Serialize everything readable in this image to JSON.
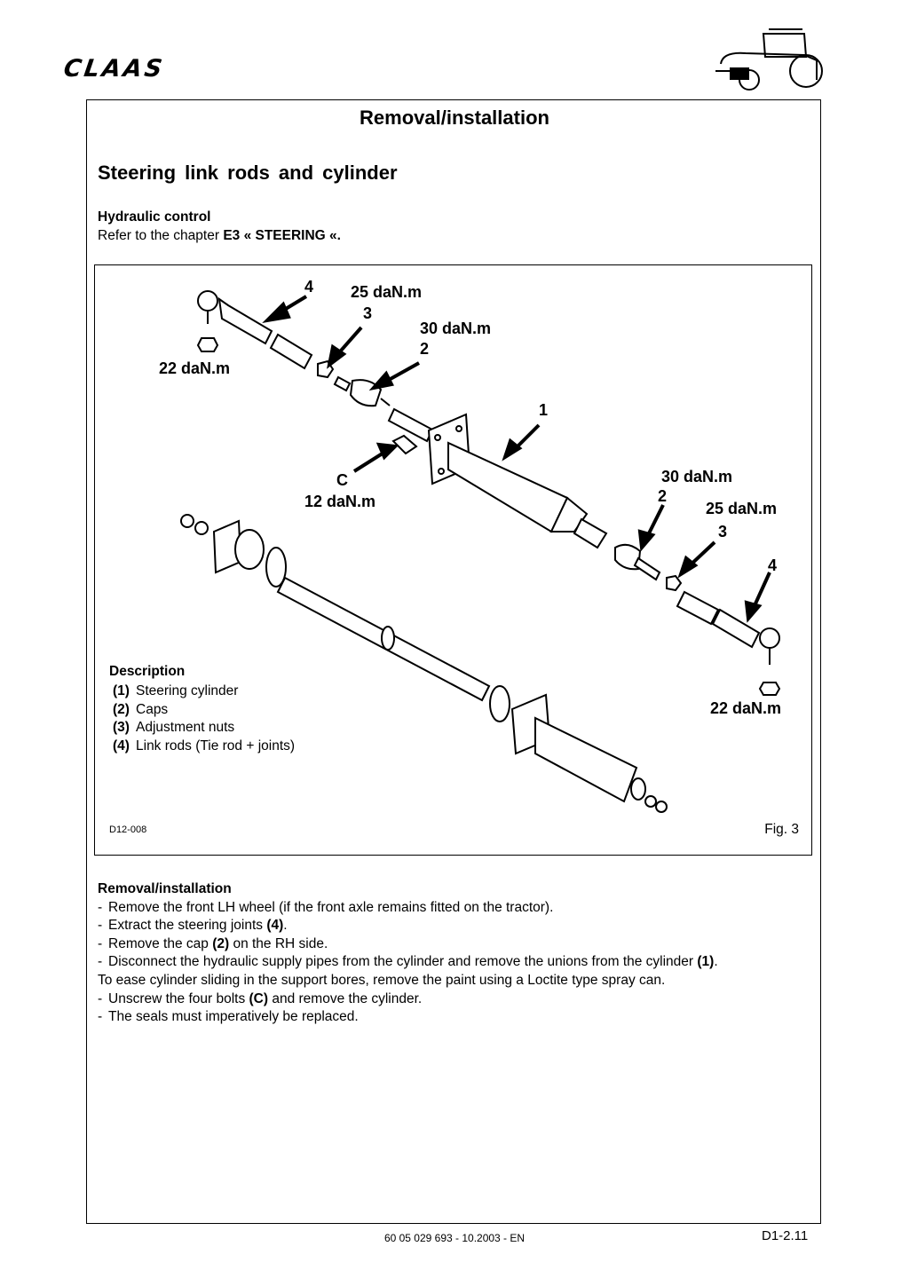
{
  "header": {
    "logo_text": "CLAAS",
    "tractor_icon": "tractor-icon"
  },
  "section_title": "Removal/installation",
  "doc_title": "Steering link rods and cylinder",
  "hydraulic": {
    "heading": "Hydraulic control",
    "text_prefix": "Refer to the chapter ",
    "text_bold": "E3 « STEERING «."
  },
  "figure": {
    "callouts": {
      "top_4": "4",
      "top_25": "25 daN.m",
      "top_3": "3",
      "top_30": "30 daN.m",
      "top_2": "2",
      "left_22": "22 daN.m",
      "one": "1",
      "c": "C",
      "c_torque": "12 daN.m",
      "right_30": "30 daN.m",
      "right_2": "2",
      "right_25": "25 daN.m",
      "right_3": "3",
      "right_4": "4",
      "right_22": "22 daN.m"
    },
    "description_heading": "Description",
    "description": [
      {
        "num": "(1)",
        "text": "Steering cylinder"
      },
      {
        "num": "(2)",
        "text": "Caps"
      },
      {
        "num": "(3)",
        "text": "Adjustment nuts"
      },
      {
        "num": "(4)",
        "text": "Link rods (Tie rod + joints)"
      }
    ],
    "code": "D12-008",
    "number": "Fig. 3"
  },
  "procedure": {
    "heading": "Removal/installation",
    "steps": [
      {
        "a": "Remove the front LH wheel (if the front axle remains fitted on the tractor).",
        "b": "",
        "c": ""
      },
      {
        "a": "Extract the steering joints ",
        "b": "(4)",
        "c": "."
      },
      {
        "a": "Remove the cap ",
        "b": "(2)",
        "c": " on the RH side."
      },
      {
        "a": "Disconnect the hydraulic supply pipes from the cylinder and remove the unions from the cylinder ",
        "b": "(1)",
        "c": "."
      },
      {
        "a": "Unscrew the four bolts ",
        "b": "(C)",
        "c": " and remove the cylinder."
      },
      {
        "a": "The seals must imperatively be replaced.",
        "b": "",
        "c": ""
      }
    ],
    "continuation": "To ease cylinder sliding in the support bores, remove the paint using a Loctite type spray can."
  },
  "footer": {
    "code": "60 05 029 693 - 10.2003 - EN",
    "page": "D1-2.11"
  }
}
